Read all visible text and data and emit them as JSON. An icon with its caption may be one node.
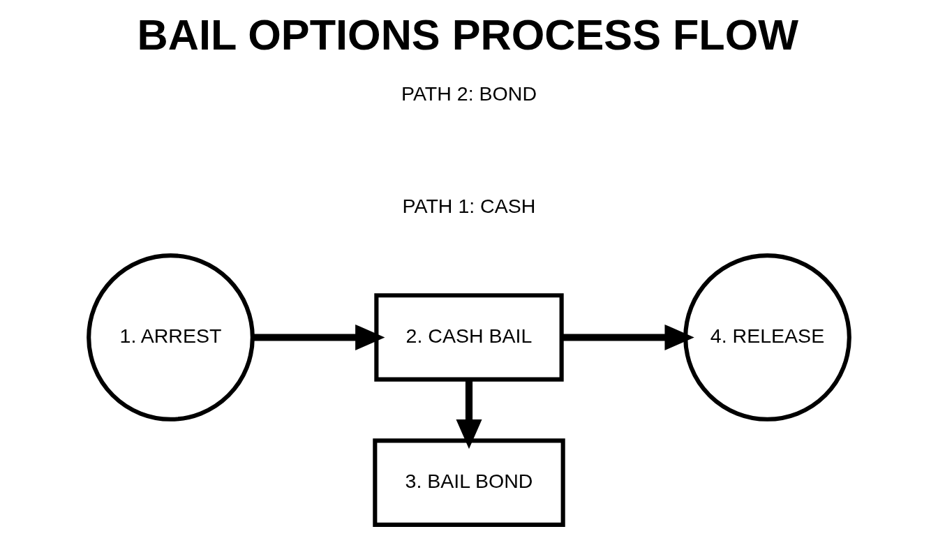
{
  "diagram": {
    "title": "BAIL OPTIONS PROCESS FLOW",
    "nodes": [
      {
        "text": [
          "1. ARREST"
        ]
      },
      {
        "text": [
          "2. CASH BAIL"
        ]
      },
      {
        "text": [
          "3. BAIL BOND"
        ]
      },
      {
        "text": [
          "4. RELEASE"
        ]
      }
    ],
    "edges": [
      {
        "from": 0,
        "to": 1,
        "arrow": "to"
      },
      {
        "from": 1,
        "to": 3,
        "arrow": "to"
      },
      {
        "from": 1,
        "to": 2,
        "arrow": "to"
      }
    ],
    "labels": [
      "PATH 1: CASH",
      "PATH 2: BOND"
    ]
  }
}
